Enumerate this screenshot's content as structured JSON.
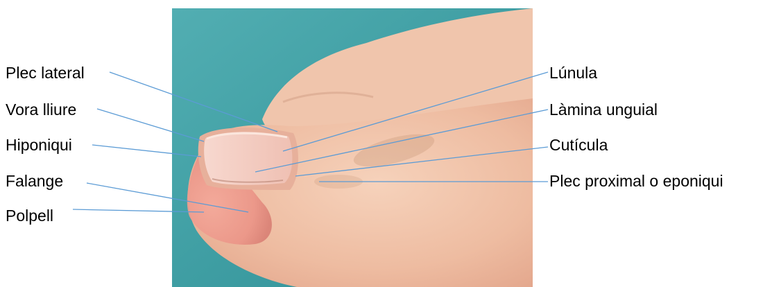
{
  "labels_left": {
    "plec_lateral": "Plec lateral",
    "vora_lliure": "Vora lliure",
    "hiponiqui": "Hiponiqui",
    "falange": "Falange",
    "polpell": "Polpell"
  },
  "labels_right": {
    "lunula": "Lúnula",
    "lamina_unguial": "Làmina unguial",
    "cuticula": "Cutícula",
    "plec_proximal": "Plec proximal o eponiqui"
  },
  "colors": {
    "leader_line": "#5b9bd5",
    "background_cloth": "#4aa3a8",
    "skin": "#f0b9a0",
    "nail": "#f3c9bd"
  }
}
